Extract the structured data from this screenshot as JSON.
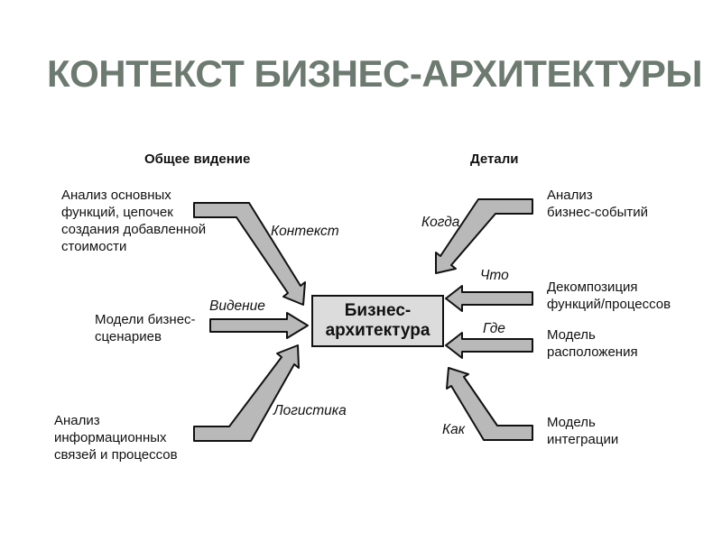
{
  "title": "КОНТЕКСТ БИЗНЕС-АРХИТЕКТУРЫ",
  "columns": {
    "left_header": "Общее видение",
    "right_header": "Детали"
  },
  "center_box": {
    "label": "Бизнес-\nархитектура"
  },
  "left_items": [
    {
      "text": "Анализ основных\nфункций, цепочек\nсоздания добавленной\nстоимости",
      "arrow_label": "Контекст"
    },
    {
      "text": "Модели бизнес-\nсценариев",
      "arrow_label": "Видение"
    },
    {
      "text": "Анализ\nинформационных\nсвязей и процессов",
      "arrow_label": "Логистика"
    }
  ],
  "right_items": [
    {
      "text": "Анализ\nбизнес-событий",
      "arrow_label": "Когда"
    },
    {
      "text": "Декомпозиция\nфункций/процессов",
      "arrow_label": "Что"
    },
    {
      "text": "Модель\nрасположения",
      "arrow_label": "Где"
    },
    {
      "text": "Модель\nинтеграции",
      "arrow_label": "Как"
    }
  ],
  "colors": {
    "title": "#6d7a70",
    "arrow_fill": "#b9b9b9",
    "arrow_outline": "#111111",
    "box_fill": "#dcdcdc",
    "box_border": "#111111",
    "text": "#111111"
  }
}
